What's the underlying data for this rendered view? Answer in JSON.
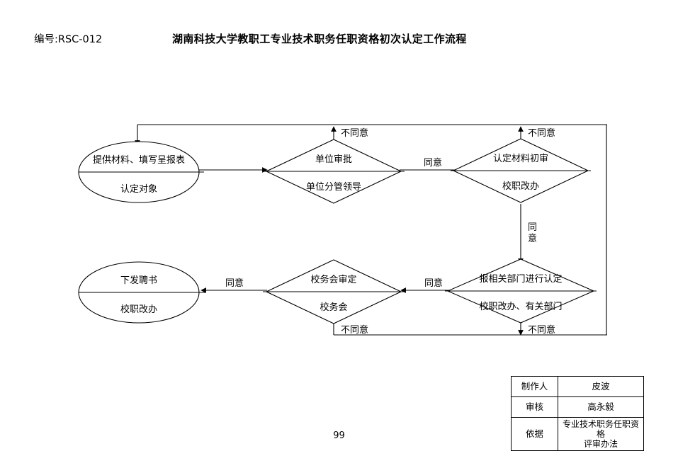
{
  "header": {
    "doc_code": "编号:RSC-012",
    "title": "湖南科技大学教职工专业技术职务任职资格初次认定工作流程"
  },
  "footer": {
    "page_number": "99"
  },
  "flowchart": {
    "nodes": [
      {
        "id": "start",
        "shape": "ellipse",
        "action": "提供材料、填写呈报表",
        "owner": "认定对象"
      },
      {
        "id": "unit-approval",
        "shape": "diamond",
        "action": "单位审批",
        "owner": "单位分管领导"
      },
      {
        "id": "material-review",
        "shape": "diamond",
        "action": "认定材料初审",
        "owner": "校职改办"
      },
      {
        "id": "report-departments",
        "shape": "diamond",
        "action": "报相关部门进行认定",
        "owner": "校职改办、有关部门"
      },
      {
        "id": "school-meeting",
        "shape": "diamond",
        "action": "校务会审定",
        "owner": "校务会"
      },
      {
        "id": "issue-letter",
        "shape": "ellipse",
        "action": "下发聘书",
        "owner": "校职改办"
      }
    ],
    "edge_labels": {
      "disagree_unit": "不同意",
      "disagree_material": "不同意",
      "disagree_school_meeting": "不同意",
      "disagree_departments": "不同意",
      "agree_to_material": "同意",
      "agree_to_departments_line1": "同",
      "agree_to_departments_line2": "意",
      "agree_to_school_meeting": "同意",
      "agree_to_issue": "同意"
    }
  },
  "info_table": {
    "rows": [
      {
        "key": "制作人",
        "value": "皮波",
        "value_line2": ""
      },
      {
        "key": "审核",
        "value": "高永毅",
        "value_line2": ""
      },
      {
        "key": "依据",
        "value": "专业技术职务任职资格",
        "value_line2": "评审办法"
      }
    ]
  }
}
